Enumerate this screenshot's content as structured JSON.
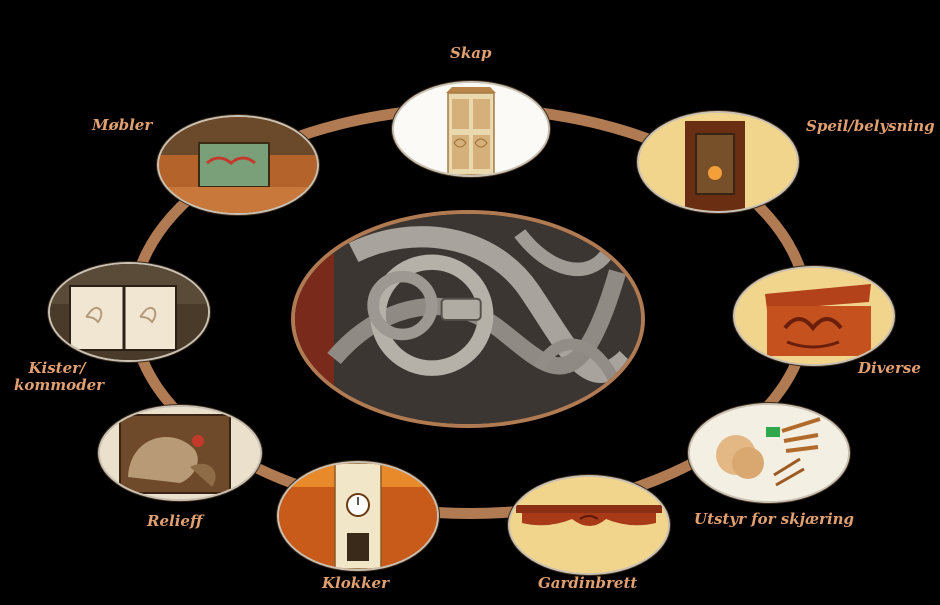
{
  "menu": {
    "items": [
      {
        "key": "skap",
        "label": "Skap"
      },
      {
        "key": "speil",
        "label": "Speil/belysning"
      },
      {
        "key": "diverse",
        "label": "Diverse"
      },
      {
        "key": "utstyr",
        "label": "Utstyr for skjæring"
      },
      {
        "key": "gardinbrett",
        "label": "Gardinbrett"
      },
      {
        "key": "klokker",
        "label": "Klokker"
      },
      {
        "key": "relieff",
        "label": "Relieff"
      },
      {
        "key": "kister_line1",
        "label": "Kister/"
      },
      {
        "key": "kister_line2",
        "label": "kommoder"
      },
      {
        "key": "mobler",
        "label": "Møbler"
      }
    ]
  },
  "colors": {
    "background": "#000000",
    "ring": "#b07a52",
    "label": "#e0a071"
  }
}
